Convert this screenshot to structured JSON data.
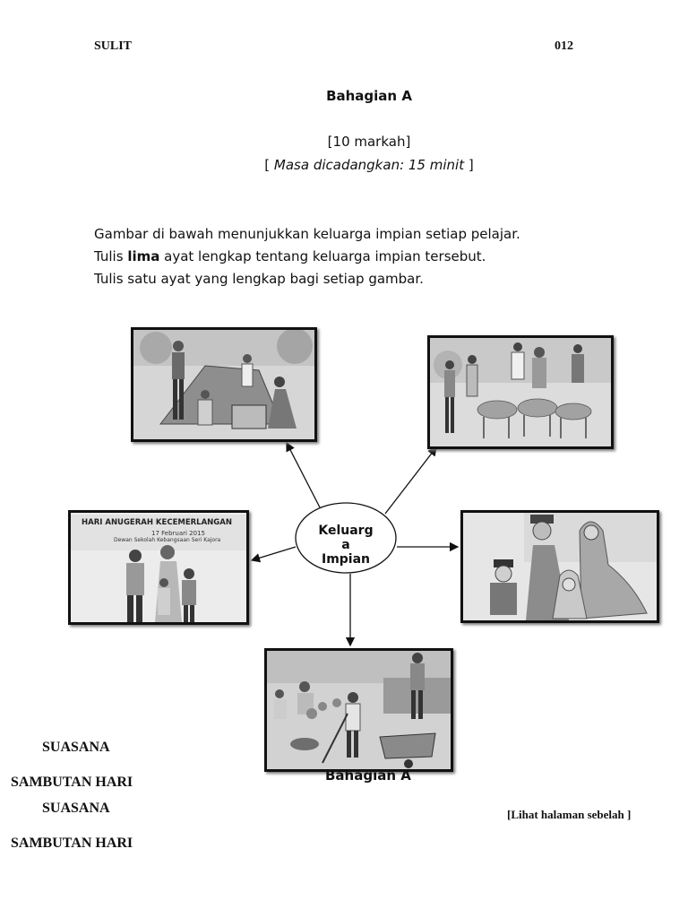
{
  "header": {
    "left": "SULIT",
    "right": "012"
  },
  "section_title": "Bahagian A",
  "marks": "[10 markah]",
  "time_prefix": "[",
  "time_text": "Masa dicadangkan: 15 minit",
  "time_suffix": "]",
  "instructions": {
    "line1": "Gambar di bawah menunjukkan keluarga impian setiap pelajar.",
    "line2_pre": "Tulis ",
    "line2_bold": "lima",
    "line2_post": " ayat lengkap tentang keluarga impian tersebut.",
    "line3": "Tulis satu ayat yang lengkap bagi setiap gambar."
  },
  "center_node": {
    "line1": "Keluarg",
    "line2": "a",
    "line3": "Impian"
  },
  "pictures": {
    "camping": "camping family scene",
    "zoo": "feeding deer scene",
    "award": {
      "banner": "HARI ANUGERAH KECEMERLANGAN",
      "date": "17 Februari 2015",
      "venue": "Dewan Sekolah Kebangsaan Seri Kajora"
    },
    "living_room": "family sitting together",
    "garden": "family gardening scene"
  },
  "overlap_title": "Bahagian A",
  "labels": {
    "suasana_1": "SUASANA",
    "sambutan_1": "SAMBUTAN HARI",
    "suasana_2": "SUASANA",
    "sambutan_2": "SAMBUTAN HARI"
  },
  "next_page": "[Lihat halaman sebelah ]"
}
